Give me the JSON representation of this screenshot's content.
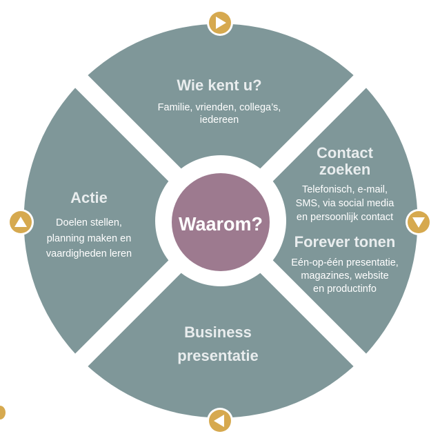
{
  "colors": {
    "segment": "#7f9799",
    "center": "#9d7a8f",
    "arrow": "#d6a94f",
    "background": "#ffffff"
  },
  "center": {
    "label": "Waarom?"
  },
  "segments": {
    "top": {
      "title": "Wie kent u?",
      "lines": [
        "Familie, vrienden, collega’s,",
        "iedereen"
      ]
    },
    "right": {
      "title_lines": [
        "Contact",
        "zoeken"
      ],
      "lines": [
        "Telefonisch, e-mail,",
        "SMS, via social media",
        "en persoonlijk contact"
      ],
      "title2": "Forever tonen",
      "lines2": [
        "Eén-op-één presentatie,",
        "magazines, website",
        "en productinfo"
      ]
    },
    "bottom": {
      "title_lines": [
        "Business",
        "presentatie"
      ]
    },
    "left": {
      "title": "Actie",
      "lines": [
        "Doelen stellen,",
        "planning maken en",
        "vaardigheden leren"
      ]
    }
  },
  "arrows": [
    {
      "position": "top",
      "direction": "right",
      "icon": "play-right-icon"
    },
    {
      "position": "right",
      "direction": "down",
      "icon": "play-down-icon"
    },
    {
      "position": "bottom",
      "direction": "left",
      "icon": "play-left-icon"
    },
    {
      "position": "left",
      "direction": "up",
      "icon": "play-up-icon"
    }
  ]
}
